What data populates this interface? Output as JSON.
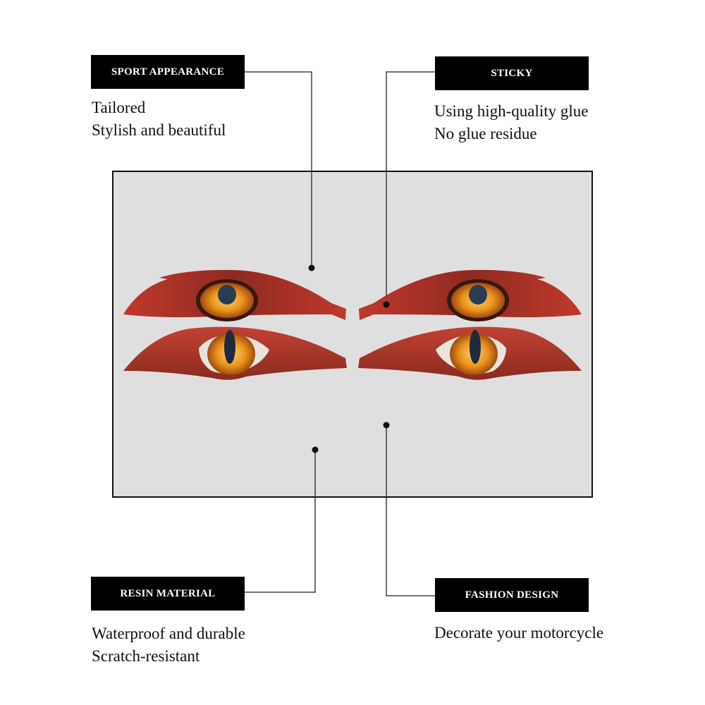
{
  "callouts": {
    "top_left": {
      "title": "SPORT APPEARANCE",
      "lines": [
        "Tailored",
        "Stylish and beautiful"
      ]
    },
    "top_right": {
      "title": "STICKY",
      "lines": [
        "Using high-quality glue",
        "No glue residue"
      ]
    },
    "bottom_left": {
      "title": "RESIN MATERIAL",
      "lines": [
        "Waterproof and durable",
        "Scratch-resistant"
      ]
    },
    "bottom_right": {
      "title": "FASHION DESIGN",
      "lines": [
        "Decorate your motorcycle"
      ]
    }
  },
  "colors": {
    "label_bg": "#000000",
    "panel_bg": "#e0dfe0",
    "sticker_red": "#b0302a",
    "sticker_dark": "#5a1a16",
    "iris_orange": "#e39a1c"
  },
  "product": {
    "icon": "eye-sticker-set"
  }
}
